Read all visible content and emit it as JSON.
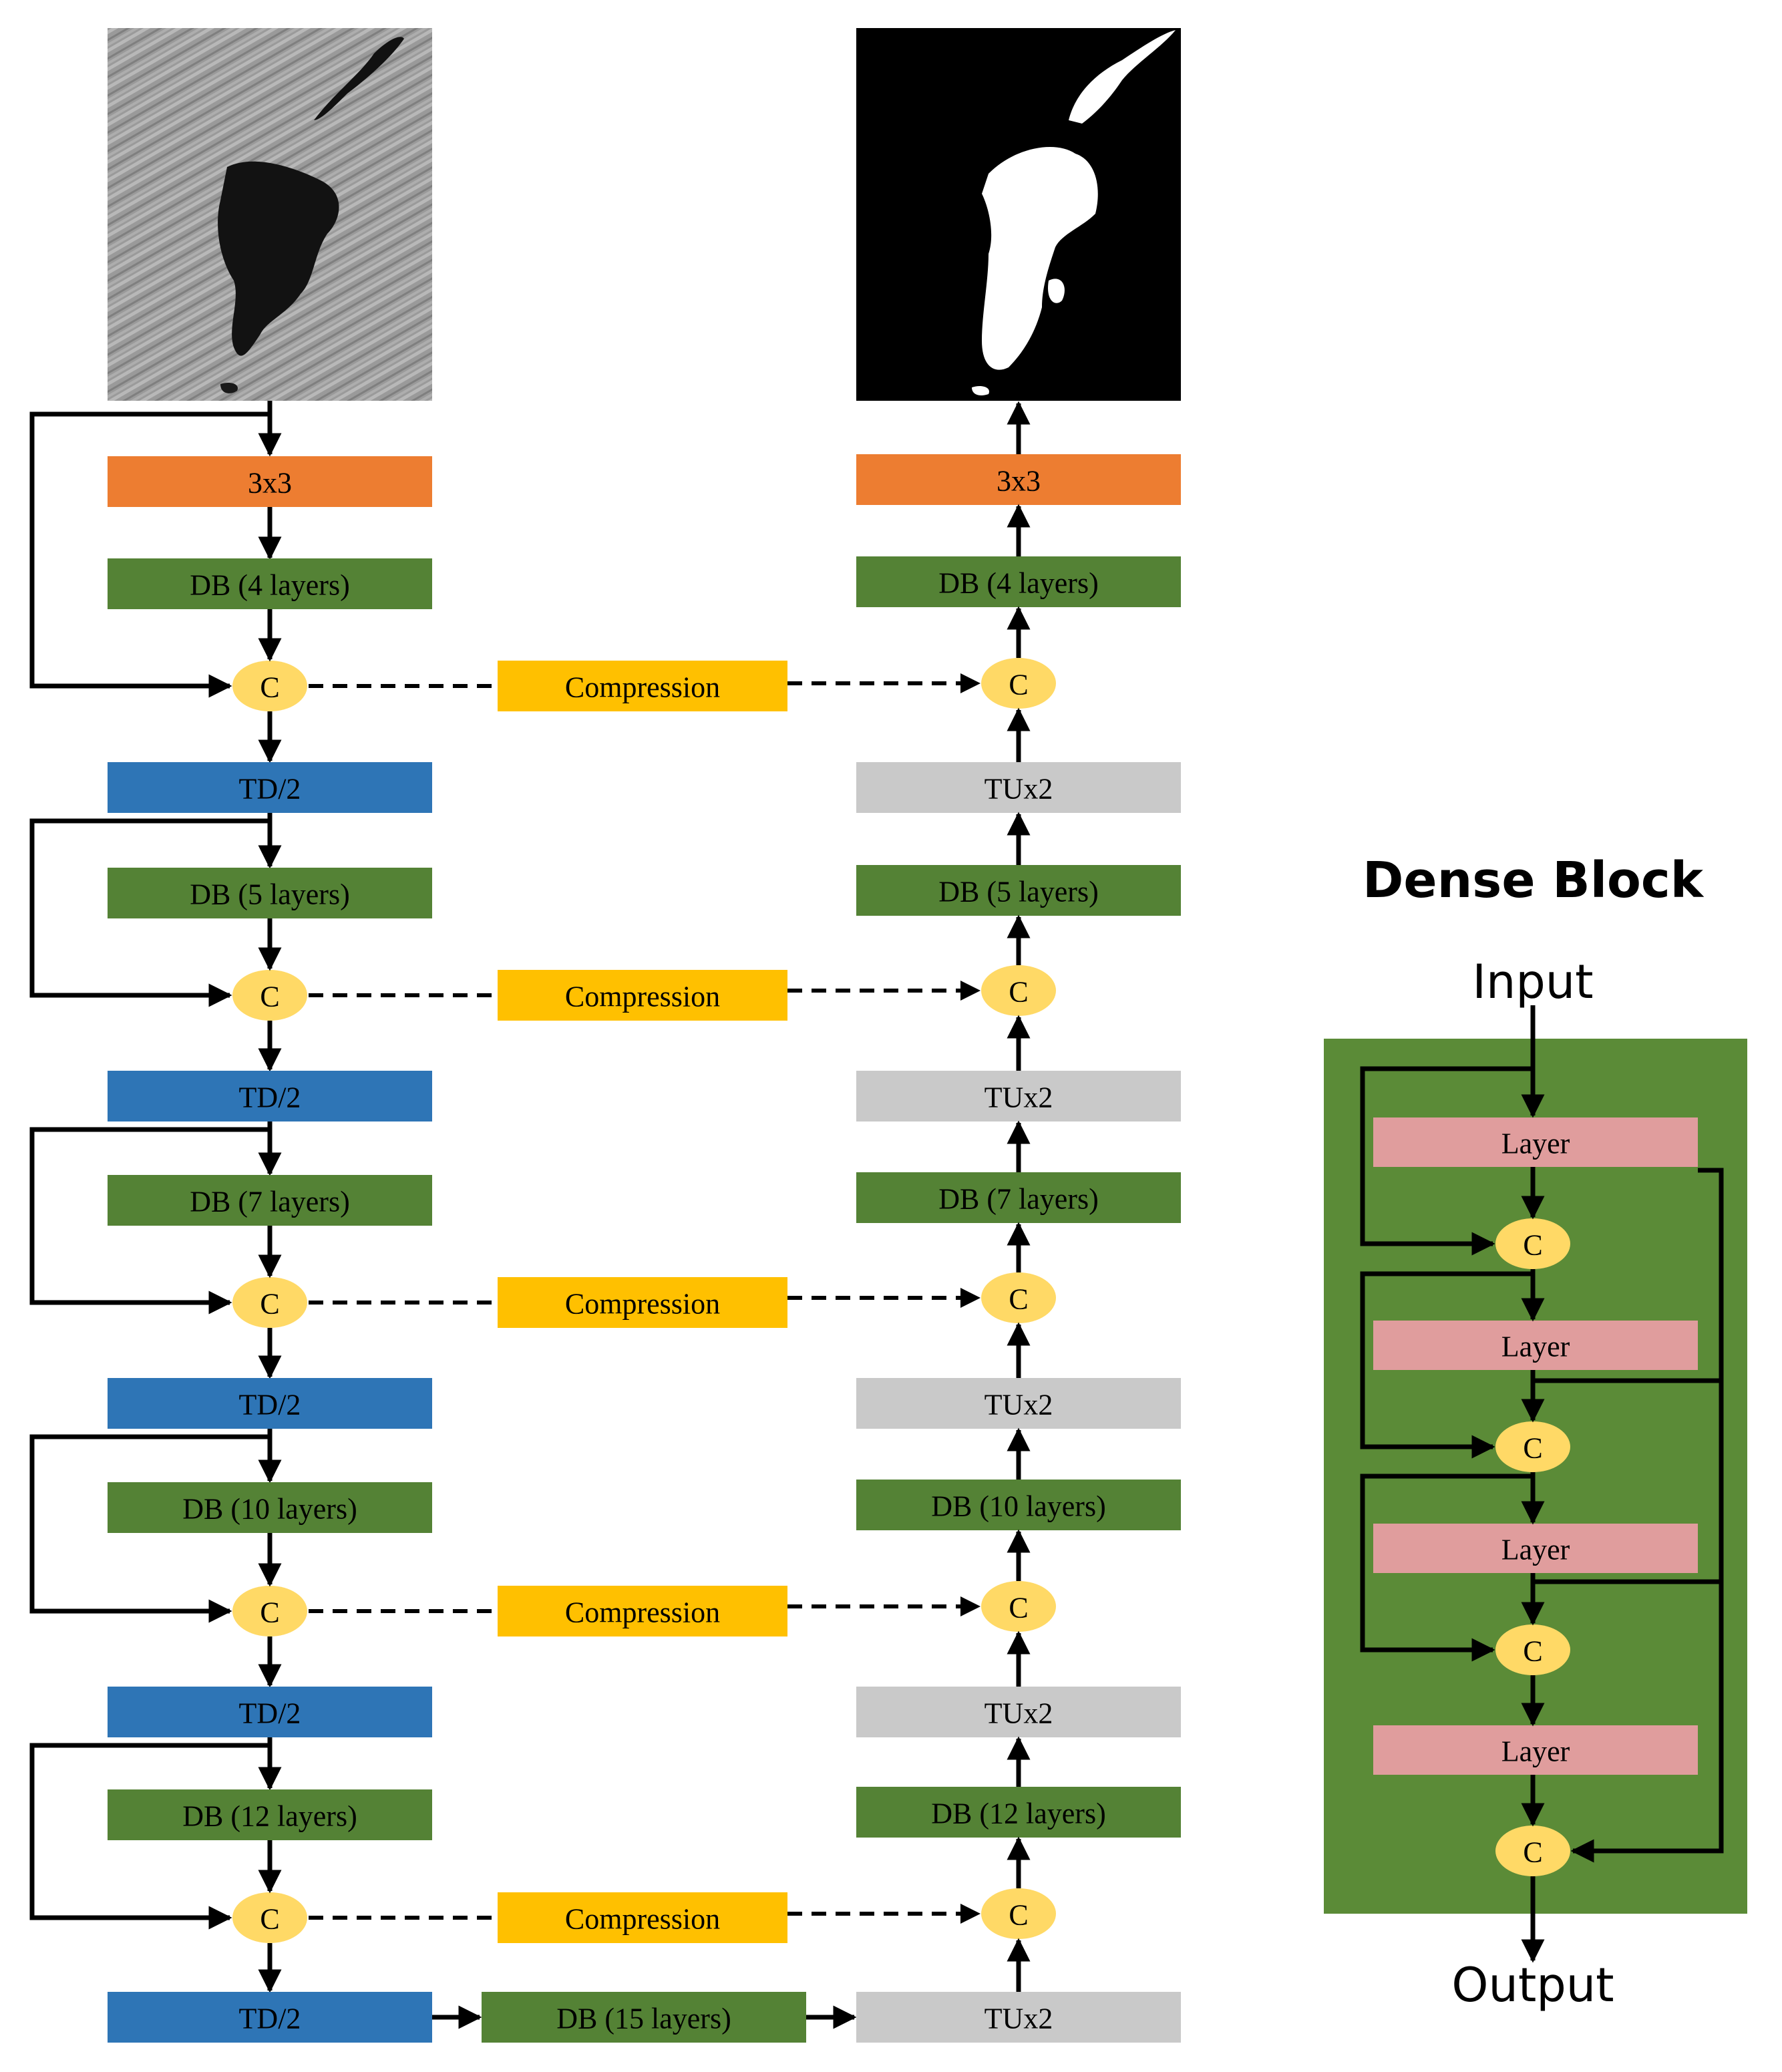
{
  "colors": {
    "conv": "#ED7D31",
    "dense_block": "#548235",
    "transition_down": "#2E75B6",
    "transition_up": "#C9C9C9",
    "compression": "#FFC000",
    "concat": "#FFD966",
    "layer": "#E09D9D",
    "dense_panel": "#5B8B37"
  },
  "encoder": {
    "input_image": "sar-input-image",
    "conv": "3x3",
    "blocks": [
      {
        "db": "DB (4 layers)",
        "concat": "C",
        "td": "TD/2"
      },
      {
        "db": "DB (5 layers)",
        "concat": "C",
        "td": "TD/2"
      },
      {
        "db": "DB (7 layers)",
        "concat": "C",
        "td": "TD/2"
      },
      {
        "db": "DB (10 layers)",
        "concat": "C",
        "td": "TD/2"
      },
      {
        "db": "DB (12 layers)",
        "concat": "C",
        "td": "TD/2"
      }
    ]
  },
  "compression_label": "Compression",
  "bottleneck": "DB (15 layers)",
  "decoder": {
    "output_image": "segmentation-mask",
    "conv": "3x3",
    "blocks": [
      {
        "db": "DB (4 layers)",
        "concat": "C",
        "tu": "TUx2"
      },
      {
        "db": "DB (5 layers)",
        "concat": "C",
        "tu": "TUx2"
      },
      {
        "db": "DB (7 layers)",
        "concat": "C",
        "tu": "TUx2"
      },
      {
        "db": "DB (10 layers)",
        "concat": "C",
        "tu": "TUx2"
      },
      {
        "db": "DB (12 layers)",
        "concat": "C",
        "tu": "TUx2"
      }
    ]
  },
  "dense_block": {
    "title": "Dense Block",
    "input": "Input",
    "output": "Output",
    "layers": [
      "Layer",
      "Layer",
      "Layer",
      "Layer"
    ],
    "concat": "C"
  }
}
